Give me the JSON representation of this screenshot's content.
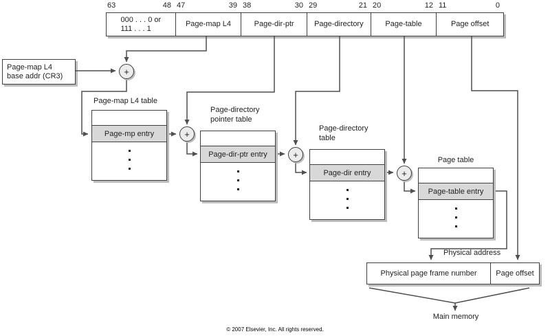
{
  "figure": {
    "virtual_address": {
      "fields": [
        {
          "hi": "63",
          "lo": "48",
          "label": "000 . . . 0 or\n111 . . . 1"
        },
        {
          "hi": "47",
          "lo": "39",
          "label": "Page-map L4"
        },
        {
          "hi": "38",
          "lo": "30",
          "label": "Page-dir-ptr"
        },
        {
          "hi": "29",
          "lo": "21",
          "label": "Page-directory"
        },
        {
          "hi": "20",
          "lo": "12",
          "label": "Page-table"
        },
        {
          "hi": "11",
          "lo": "0",
          "label": "Page offset"
        }
      ]
    },
    "cr3_box": {
      "label": "Page-map L4\nbase addr (CR3)"
    },
    "adder_symbol": "+",
    "tables": [
      {
        "title": "Page-map L4 table",
        "entry": "Page-mp entry"
      },
      {
        "title": "Page-directory\npointer table",
        "entry": "Page-dir-ptr entry"
      },
      {
        "title": "Page-directory\ntable",
        "entry": "Page-dir entry"
      },
      {
        "title": "Page table",
        "entry": "Page-table entry"
      }
    ],
    "physical_address": {
      "label": "Physical address",
      "cells": [
        "Physical page frame number",
        "Page offset"
      ]
    },
    "main_memory_label": "Main memory",
    "copyright": "© 2007 Elsevier, Inc. All rights reserved.",
    "colors": {
      "line": "#4f4f4f",
      "box_border": "#3f3f3f",
      "entry_fill": "#d8d8d8",
      "shadow": "#bdbdbd",
      "background": "#ffffff"
    }
  }
}
